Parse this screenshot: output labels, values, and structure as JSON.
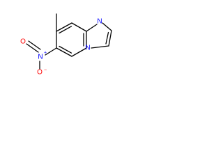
{
  "molecule": {
    "atom_labels": {
      "ring_nitrogen": "N",
      "bridgehead_nitrogen": "N",
      "nitro_nitrogen": "N",
      "nitro_oxygen_top": "O",
      "nitro_oxygen_bottom": "O",
      "nitro_charge_plus": "+",
      "nitro_charge_minus": "−"
    },
    "colors": {
      "bond": "#000000",
      "nitrogen": "#0000ff",
      "oxygen": "#ff0000",
      "background": "#ffffff"
    }
  }
}
